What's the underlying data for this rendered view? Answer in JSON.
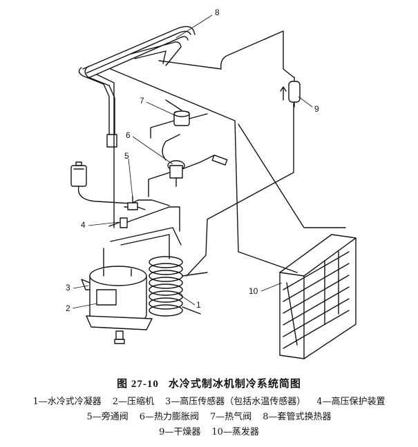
{
  "figure": {
    "number": "图 27-10",
    "title": "水冷式制冰机制冷系统简图"
  },
  "callouts": [
    "1",
    "2",
    "3",
    "4",
    "5",
    "6",
    "7",
    "8",
    "9",
    "10"
  ],
  "legend": [
    [
      "1—水冷式冷凝器",
      "2—压缩机",
      "3—高压传感器（包括水温传感器）",
      "4—高压保护装置"
    ],
    [
      "5—旁通阀",
      "6—热力膨胀阀",
      "7—热气阀",
      "8—套管式换热器"
    ],
    [
      "9—干燥器",
      "10—蒸发器"
    ]
  ]
}
